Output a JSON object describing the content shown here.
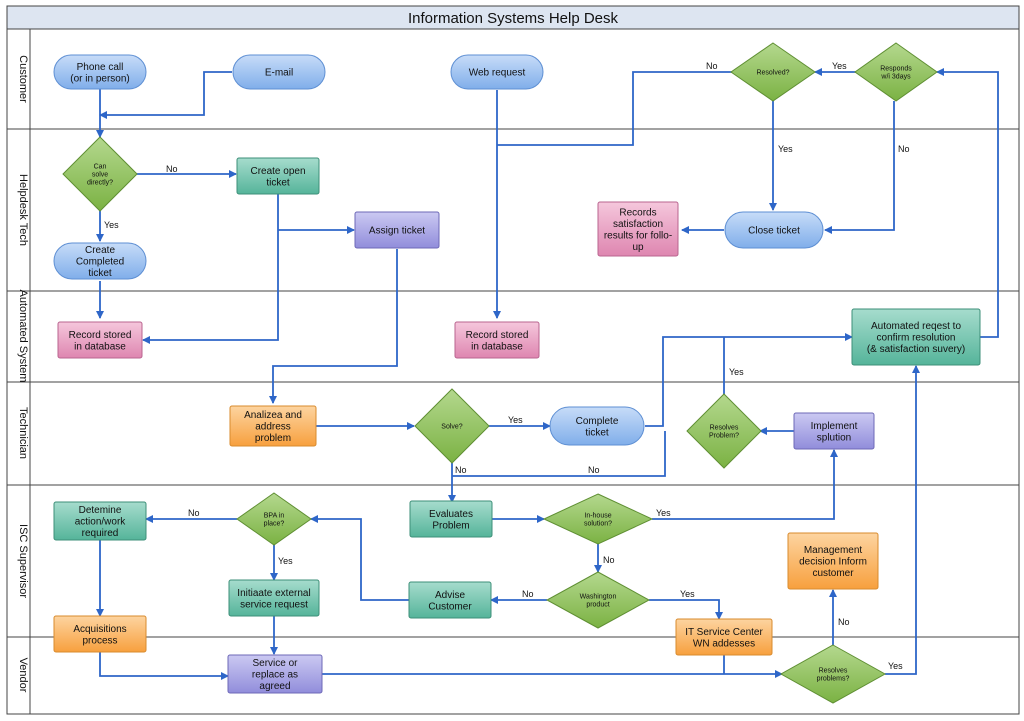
{
  "title": "Information Systems Help Desk",
  "colors": {
    "terminal": "#8fb8ee",
    "teal": "#6fc3ae",
    "pink": "#e9a0c3",
    "purple": "#a6a2e2",
    "orange": "#f9b15c",
    "decision": "#8fc05a",
    "arrow": "#2e66c8"
  },
  "lanes": [
    {
      "label": "Customer"
    },
    {
      "label": "Helpdesk Tech"
    },
    {
      "label": "Automated System"
    },
    {
      "label": "Technician"
    },
    {
      "label": "ISC Supervisor"
    },
    {
      "label": "Vendor"
    }
  ],
  "nodes": [
    {
      "id": "phone",
      "shape": "terminal",
      "lines": [
        "Phone call",
        "(or in person)"
      ]
    },
    {
      "id": "email",
      "shape": "terminal",
      "lines": [
        "E-mail"
      ]
    },
    {
      "id": "web",
      "shape": "terminal",
      "lines": [
        "Web request"
      ]
    },
    {
      "id": "resolved",
      "shape": "decision",
      "lines": [
        "Resolved?"
      ]
    },
    {
      "id": "responds",
      "shape": "decision",
      "lines": [
        "Responds",
        "w/i 3days"
      ]
    },
    {
      "id": "cansolve",
      "shape": "decision",
      "lines": [
        "Can",
        "solve",
        "directly?"
      ]
    },
    {
      "id": "openticket",
      "shape": "teal",
      "lines": [
        "Create open",
        "ticket"
      ]
    },
    {
      "id": "assign",
      "shape": "purple",
      "lines": [
        "Assign ticket"
      ]
    },
    {
      "id": "completed",
      "shape": "terminal",
      "lines": [
        "Create",
        "Completed",
        "ticket"
      ]
    },
    {
      "id": "records",
      "shape": "pink",
      "lines": [
        "Records",
        "satisfaction",
        "results for follo-",
        "up"
      ]
    },
    {
      "id": "close",
      "shape": "terminal",
      "lines": [
        "Close ticket"
      ]
    },
    {
      "id": "db1",
      "shape": "pink",
      "lines": [
        "Record stored",
        "in database"
      ]
    },
    {
      "id": "db2",
      "shape": "pink",
      "lines": [
        "Record stored",
        "in database"
      ]
    },
    {
      "id": "automated",
      "shape": "teal",
      "lines": [
        "Automated reqest to",
        "confirm resolution",
        "(& satisfaction suvery)"
      ]
    },
    {
      "id": "analyze",
      "shape": "orange",
      "lines": [
        "Analizea and",
        "address",
        "problem"
      ]
    },
    {
      "id": "solve",
      "shape": "decision",
      "lines": [
        "Solve?"
      ]
    },
    {
      "id": "complete",
      "shape": "terminal",
      "lines": [
        "Complete",
        "ticket"
      ]
    },
    {
      "id": "resolves1",
      "shape": "decision",
      "lines": [
        "Resolves",
        "Problem?"
      ]
    },
    {
      "id": "implement",
      "shape": "purple",
      "lines": [
        "Implement",
        "splution"
      ]
    },
    {
      "id": "determine",
      "shape": "teal",
      "lines": [
        "Detemine",
        "action/work",
        "required"
      ]
    },
    {
      "id": "bpa",
      "shape": "decision",
      "lines": [
        "BPA in",
        "place?"
      ]
    },
    {
      "id": "evaluates",
      "shape": "teal",
      "lines": [
        "Evaluates",
        "Problem"
      ]
    },
    {
      "id": "inhouse",
      "shape": "decision",
      "lines": [
        "In-house",
        "solution?"
      ]
    },
    {
      "id": "mgmt",
      "shape": "orange",
      "lines": [
        "Management",
        "decision Inform",
        "customer"
      ]
    },
    {
      "id": "initiate",
      "shape": "teal",
      "lines": [
        "Initiaate external",
        "service request"
      ]
    },
    {
      "id": "advise",
      "shape": "teal",
      "lines": [
        "Advise",
        "Customer"
      ]
    },
    {
      "id": "washington",
      "shape": "decision",
      "lines": [
        "Washington",
        "product"
      ]
    },
    {
      "id": "acq",
      "shape": "orange",
      "lines": [
        "Acquisitions",
        "process"
      ]
    },
    {
      "id": "itservice",
      "shape": "orange",
      "lines": [
        "IT Service Center",
        "WN addesses"
      ]
    },
    {
      "id": "service",
      "shape": "purple",
      "lines": [
        "Service or",
        "replace as",
        "agreed"
      ]
    },
    {
      "id": "resolves2",
      "shape": "decision",
      "lines": [
        "Resolves",
        "problems?"
      ]
    }
  ],
  "edge_labels": [
    {
      "id": "cansolve-no",
      "text": "No"
    },
    {
      "id": "cansolve-yes",
      "text": "Yes"
    },
    {
      "id": "resolved-no",
      "text": "No"
    },
    {
      "id": "responds-yes",
      "text": "Yes"
    },
    {
      "id": "resolved-yes",
      "text": "Yes"
    },
    {
      "id": "responds-no",
      "text": "No"
    },
    {
      "id": "solve-yes",
      "text": "Yes"
    },
    {
      "id": "solve-no",
      "text": "No"
    },
    {
      "id": "resolves1-no",
      "text": "No"
    },
    {
      "id": "resolves1-yes",
      "text": "Yes"
    },
    {
      "id": "bpa-no",
      "text": "No"
    },
    {
      "id": "bpa-yes",
      "text": "Yes"
    },
    {
      "id": "inhouse-yes",
      "text": "Yes"
    },
    {
      "id": "inhouse-no",
      "text": "No"
    },
    {
      "id": "washington-no",
      "text": "No"
    },
    {
      "id": "washington-yes",
      "text": "Yes"
    },
    {
      "id": "resolves2-no",
      "text": "No"
    },
    {
      "id": "resolves2-yes",
      "text": "Yes"
    }
  ]
}
